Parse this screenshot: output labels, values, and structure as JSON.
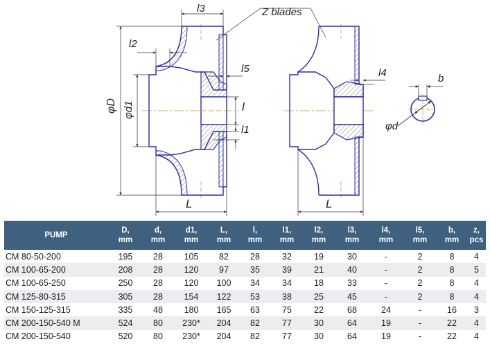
{
  "drawing": {
    "labels": {
      "z_blades": "Z blades",
      "l3": "l3",
      "l2": "l2",
      "l5": "l5",
      "l4": "l4",
      "l": "l",
      "l1": "l1",
      "phi_D": "φD",
      "phi_d1": "φd1",
      "L_left": "L",
      "L_right": "L",
      "b": "b",
      "phi_d": "φd"
    },
    "colors": {
      "outline": "#2b2bb0",
      "hatch": "#5a5a5a",
      "centerline": "#d08a3a",
      "dimension": "#333333"
    }
  },
  "table": {
    "header_color": "#3f607f",
    "columns": [
      "PUMP",
      "D,\nmm",
      "d,\nmm",
      "d1,\nmm",
      "L,\nmm",
      "l,\nmm",
      "l1,\nmm",
      "l2,\nmm",
      "l3,\nmm",
      "l4,\nmm",
      "l5,\nmm",
      "b,\nmm",
      "z,\npcs"
    ],
    "rows": [
      [
        "CM 80-50-200",
        "195",
        "28",
        "105",
        "82",
        "28",
        "32",
        "19",
        "30",
        "-",
        "2",
        "8",
        "4"
      ],
      [
        "CM 100-65-200",
        "208",
        "28",
        "120",
        "97",
        "35",
        "39",
        "21",
        "40",
        "-",
        "2",
        "8",
        "5"
      ],
      [
        "CM 100-65-250",
        "250",
        "28",
        "120",
        "100",
        "34",
        "34",
        "18",
        "33",
        "-",
        "2",
        "8",
        "4"
      ],
      [
        "CM 125-80-315",
        "305",
        "28",
        "154",
        "122",
        "53",
        "38",
        "25",
        "45",
        "-",
        "2",
        "8",
        "4"
      ],
      [
        "CM 150-125-315",
        "335",
        "48",
        "180",
        "165",
        "63",
        "75",
        "22",
        "68",
        "24",
        "-",
        "16",
        "3"
      ],
      [
        "CM 200-150-540 M",
        "524",
        "80",
        "230*",
        "204",
        "82",
        "77",
        "30",
        "64",
        "19",
        "-",
        "22",
        "4"
      ],
      [
        "CM 200-150-540",
        "520",
        "80",
        "230*",
        "204",
        "82",
        "77",
        "30",
        "64",
        "19",
        "-",
        "22",
        "4"
      ]
    ]
  }
}
